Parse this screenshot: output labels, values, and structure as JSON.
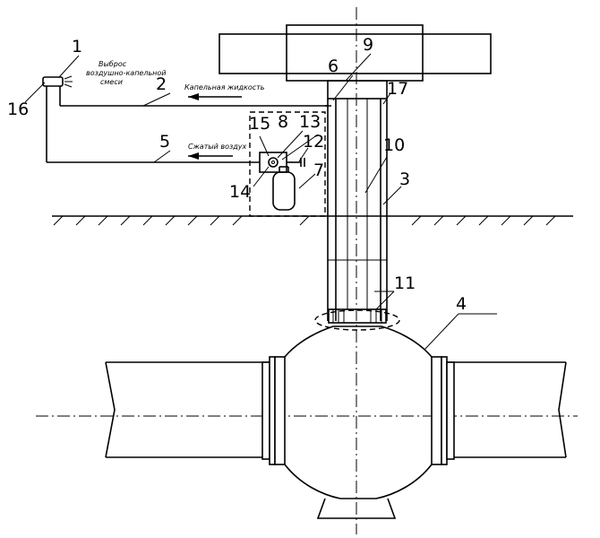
{
  "labels": {
    "n1": "1",
    "n2": "2",
    "n3": "3",
    "n4": "4",
    "n5": "5",
    "n6": "6",
    "n7": "7",
    "n8": "8",
    "n9": "9",
    "n10": "10",
    "n11": "11",
    "n12": "12",
    "n13": "13",
    "n14": "14",
    "n15": "15",
    "n16": "16",
    "n17": "17"
  },
  "annotations": {
    "emission_line1": "Выброс",
    "emission_line2": "воздушно-капельной",
    "emission_line3": "смеси",
    "drip_liquid": "Капельная жидкость",
    "compressed_air": "Сжатый воздух"
  }
}
